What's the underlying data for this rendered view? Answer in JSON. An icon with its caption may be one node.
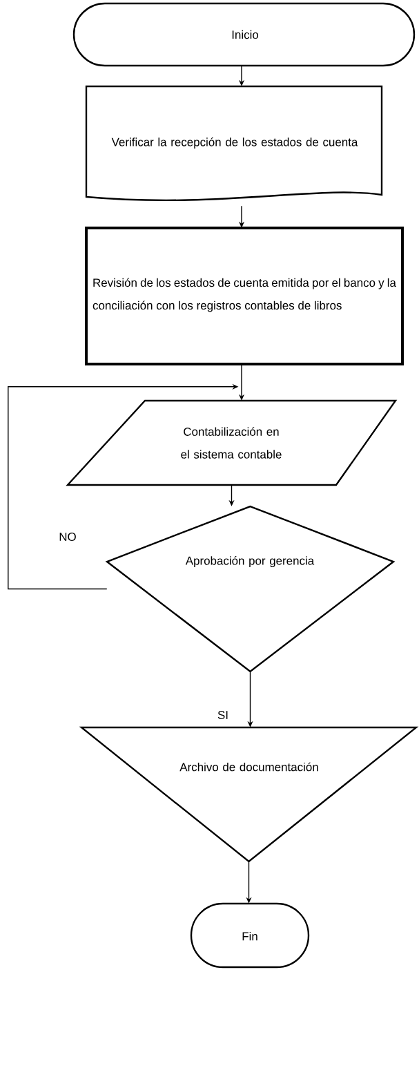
{
  "diagram": {
    "nodes": [
      {
        "text": [
          "Inicio"
        ]
      },
      {
        "text": [
          "Verificar la recepción de los estados de cuenta"
        ]
      },
      {
        "text": [
          "Revisión de los estados de cuenta emitida por el banco y la conciliación con los registros contables de libros"
        ]
      },
      {
        "text": [
          "Contabilización en el sistema contable"
        ]
      },
      {
        "text": [
          "Aprobación por gerencia"
        ]
      },
      {
        "text": [
          "Archivo de documentación"
        ]
      },
      {
        "text": [
          "Fin"
        ]
      }
    ],
    "edges": [
      {
        "from": 0,
        "to": 1,
        "arrow": "to"
      },
      {
        "from": 1,
        "to": 2,
        "arrow": "to"
      },
      {
        "from": 2,
        "to": 3,
        "arrow": "to"
      },
      {
        "from": 3,
        "to": 4,
        "arrow": "to"
      },
      {
        "from": 4,
        "to": 3,
        "arrow": "to",
        "label": "NO"
      },
      {
        "from": 4,
        "to": 5,
        "arrow": "to",
        "label": "SI"
      },
      {
        "from": 5,
        "to": 6,
        "arrow": "to"
      }
    ]
  }
}
